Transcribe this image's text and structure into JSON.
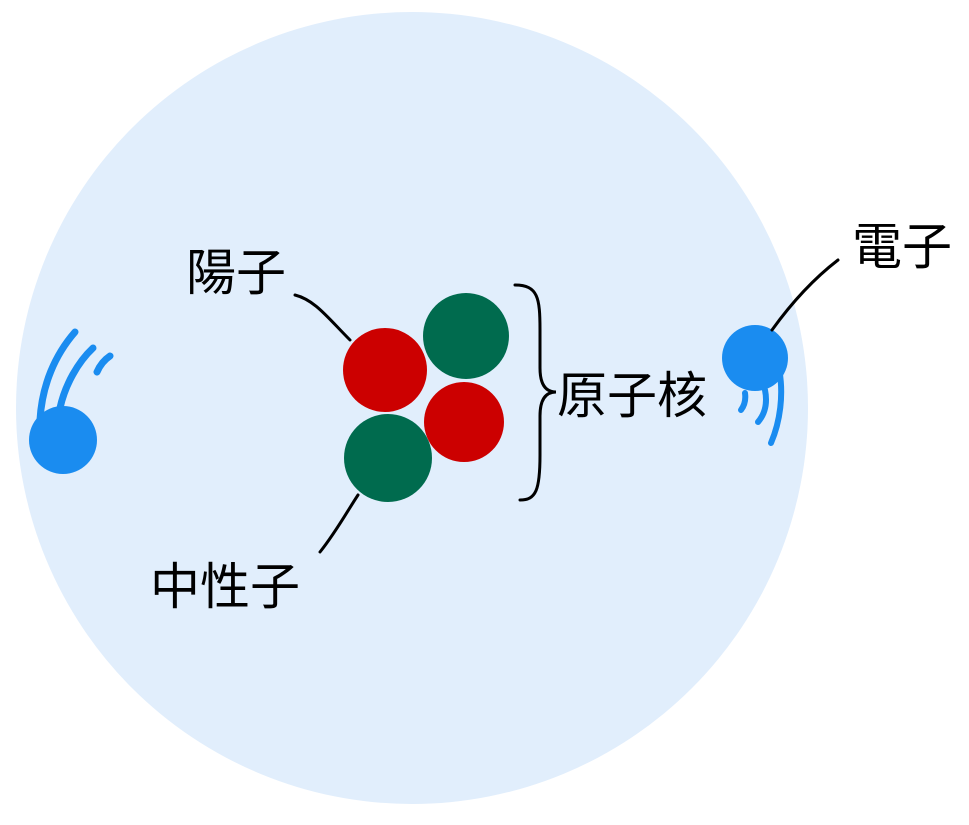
{
  "labels": {
    "proton": "陽子",
    "neutron": "中性子",
    "nucleus": "原子核",
    "electron": "電子"
  },
  "colors": {
    "atom_cloud": "#e1eefc",
    "proton": "#cc0000",
    "neutron": "#006b4e",
    "electron": "#1a8cf0",
    "leader_line": "#000000"
  },
  "nucleus": {
    "protons": 2,
    "neutrons": 2
  },
  "electrons": {
    "count": 2
  }
}
